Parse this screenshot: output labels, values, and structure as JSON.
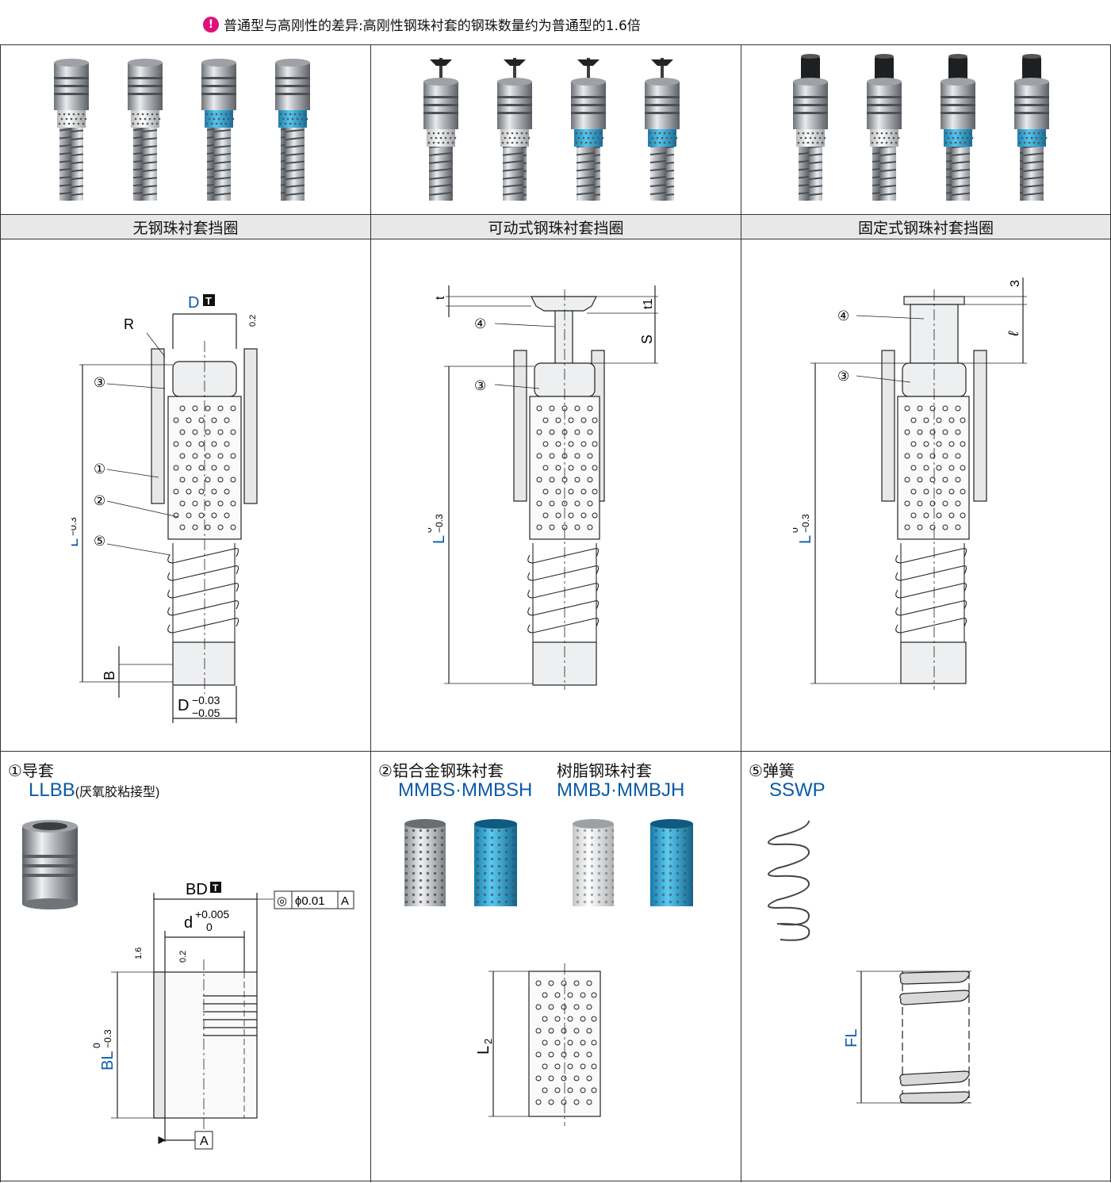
{
  "note": {
    "icon": "exclamation-icon",
    "text": "普通型与高刚性的差异:高刚性钢珠衬套的钢珠数量约为普通型的1.6倍"
  },
  "sections": [
    {
      "header": "无钢珠衬套挡圈"
    },
    {
      "header": "可动式钢珠衬套挡圈"
    },
    {
      "header": "固定式钢珠衬套挡圈"
    }
  ],
  "diagram1": {
    "label_D": "D",
    "badge": "T",
    "roughness": "0.2",
    "label_R": "R",
    "callouts": [
      "③",
      "①",
      "②",
      "⑤"
    ],
    "L": "L",
    "L_tol_upper": "0",
    "L_tol_lower": "−0.3",
    "B": "B",
    "Dtol": "D",
    "Dtol_upper": "−0.03",
    "Dtol_lower": "−0.05"
  },
  "diagram2": {
    "t": "t",
    "t1": "t1",
    "S": "S",
    "callouts": [
      "④",
      "③"
    ],
    "L": "L",
    "L_tol_upper": "0",
    "L_tol_lower": "−0.3"
  },
  "diagram3": {
    "three": "3",
    "ell": "ℓ",
    "callouts": [
      "④",
      "③"
    ],
    "L": "L",
    "L_tol_upper": "0",
    "L_tol_lower": "−0.3"
  },
  "parts": {
    "p1": {
      "title": "①导套",
      "code": "LLBB",
      "sub": "(厌氧胶粘接型)"
    },
    "p2": {
      "title": "②铝合金钢珠衬套",
      "code": "MMBS·MMBSH"
    },
    "p3": {
      "title": "树脂钢珠衬套",
      "code": "MMBJ·MMBJH"
    },
    "p5": {
      "title": "⑤弹簧",
      "code": "SSWP"
    }
  },
  "guide": {
    "BD": "BD",
    "badge": "T",
    "d": "d",
    "d_upper": "+0.005",
    "d_lower": "0",
    "geo": "◎",
    "phi": "ϕ0.01",
    "datum": "A",
    "r1": "1.6",
    "r2": "0.2",
    "BL": "BL",
    "BL_upper": "0",
    "BL_lower": "−0.3",
    "datum_A": "A"
  },
  "cage": {
    "L2": "L",
    "L2_sub": "2"
  },
  "spring": {
    "FL": "FL"
  },
  "colors": {
    "accent": "#0b5aa8",
    "note_icon": "#e0107a",
    "cyan": "#29a8de",
    "steel": "#c8cbce"
  }
}
